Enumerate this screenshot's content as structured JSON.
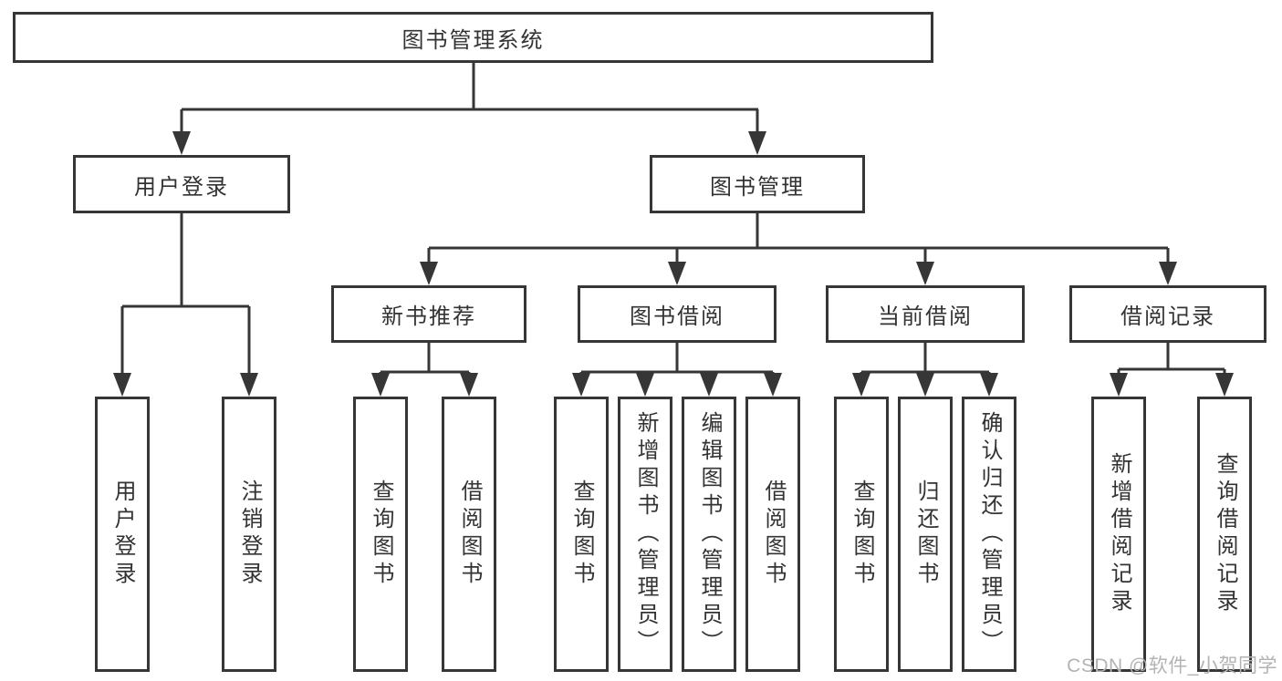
{
  "colors": {
    "line": "#363636",
    "text": "#333333",
    "box_bg": "#ffffff",
    "background": "#ffffff",
    "watermark": "#b3b3b3"
  },
  "watermark": {
    "text": "CSDN @软件_小贺同学"
  },
  "tree": {
    "label": "图书管理系统",
    "children": [
      {
        "label": "用户登录",
        "children": [
          {
            "label": "用户登录"
          },
          {
            "label": "注销登录"
          }
        ]
      },
      {
        "label": "图书管理",
        "children": [
          {
            "label": "新书推荐",
            "children": [
              {
                "label": "查询图书"
              },
              {
                "label": "借阅图书"
              }
            ]
          },
          {
            "label": "图书借阅",
            "children": [
              {
                "label": "查询图书"
              },
              {
                "label": "新增图书（管理员）"
              },
              {
                "label": "编辑图书（管理员）"
              },
              {
                "label": "借阅图书"
              }
            ]
          },
          {
            "label": "当前借阅",
            "children": [
              {
                "label": "查询图书"
              },
              {
                "label": "归还图书"
              },
              {
                "label": "确认归还（管理员）"
              }
            ]
          },
          {
            "label": "借阅记录",
            "children": [
              {
                "label": "新增借阅记录"
              },
              {
                "label": "查询借阅记录"
              }
            ]
          }
        ]
      }
    ]
  }
}
